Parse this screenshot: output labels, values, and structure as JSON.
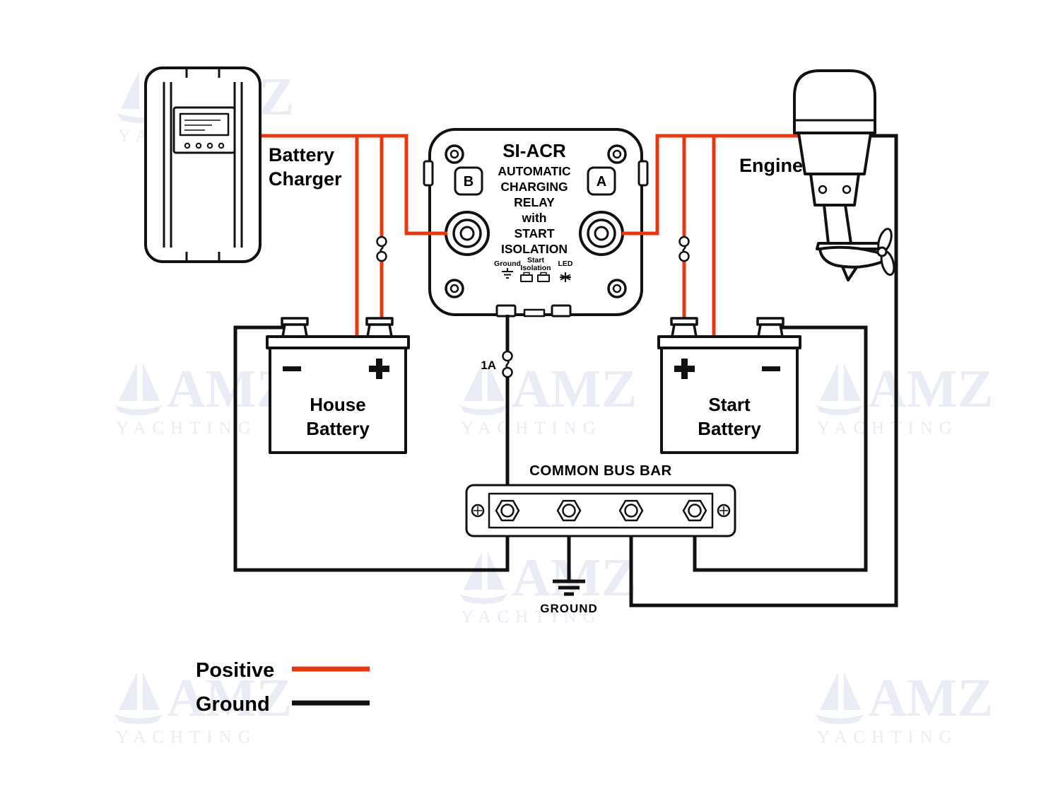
{
  "diagram": {
    "colors": {
      "positive": "#e8380f",
      "ground": "#111111",
      "component_outline": "#111111",
      "watermark": "#e9ecf4"
    },
    "charger": {
      "label_line1": "Battery",
      "label_line2": "Charger"
    },
    "engine": {
      "label": "Engine"
    },
    "relay": {
      "title": "SI-ACR",
      "subtitle_lines": [
        "AUTOMATIC",
        "CHARGING",
        "RELAY",
        "with",
        "START",
        "ISOLATION"
      ],
      "terminal_b": "B",
      "terminal_a": "A",
      "ground_label": "Ground",
      "start_isolation_line1": "Start",
      "start_isolation_line2": "Isolation",
      "led_label": "LED"
    },
    "house_battery": {
      "label_line1": "House",
      "label_line2": "Battery"
    },
    "start_battery": {
      "label_line1": "Start",
      "label_line2": "Battery"
    },
    "bus_bar": {
      "label": "COMMON BUS BAR"
    },
    "ground_point": {
      "label": "GROUND"
    },
    "inline_fuse": {
      "label": "1A"
    },
    "legend": {
      "positive_label": "Positive",
      "ground_label": "Ground"
    },
    "watermark": {
      "line1": "AMZ",
      "line2": "YACHTING"
    }
  }
}
